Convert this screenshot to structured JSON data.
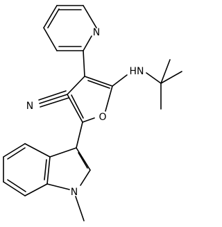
{
  "molecule": {
    "atom_labels": {
      "pyridine_n": "N",
      "amine_nh": "HN",
      "nitrile_n": "N",
      "furan_o": "O",
      "indole_n": "N"
    }
  },
  "colors": {
    "bond": "#000000",
    "background": "#ffffff"
  }
}
